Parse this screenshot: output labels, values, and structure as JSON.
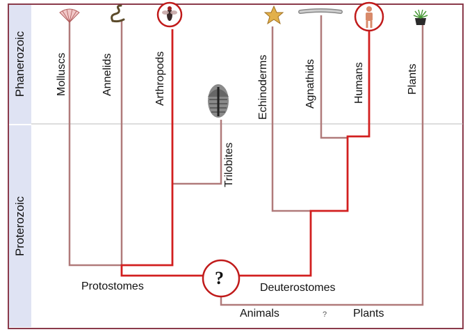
{
  "eras": {
    "upper": "Phanerozoic",
    "lower": "Proterozoic"
  },
  "taxa": {
    "molluscs": "Molluscs",
    "annelids": "Annelids",
    "arthropods": "Arthropods",
    "trilobites": "Trilobites",
    "echinoderms": "Echinoderms",
    "agnathids": "Agnathids",
    "humans": "Humans",
    "plants": "Plants"
  },
  "groups": {
    "protostomes": "Protostomes",
    "deuterostomes": "Deuterostomes",
    "animals": "Animals",
    "plants": "Plants"
  },
  "root_symbol": "?",
  "small_question": "?",
  "colors": {
    "lineage": "#b07a7a",
    "highlight": "#d21f1f",
    "era_band": "#dfe3f3",
    "frame": "#8a3a4a"
  },
  "icons": [
    "shell-icon",
    "worm-icon",
    "fly-icon",
    "trilobite-icon",
    "starfish-icon",
    "lamprey-icon",
    "human-icon",
    "plant-icon"
  ]
}
